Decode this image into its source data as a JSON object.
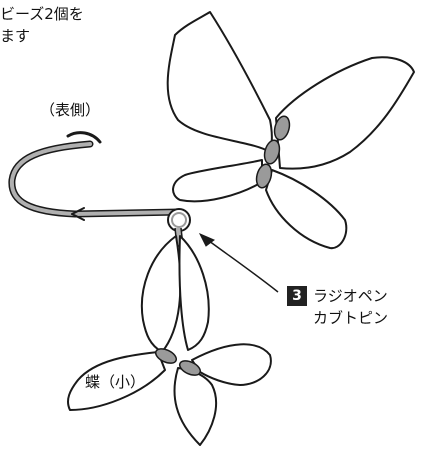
{
  "labels": {
    "top_left_line1": "ビーズ2個を",
    "top_left_line2": "ます",
    "front_side": "（表側）",
    "step_number": "3",
    "step_line1": "ラジオペン",
    "step_line2": "カブトピン",
    "small_butterfly": "蝶（小）"
  },
  "colors": {
    "outline": "#1a1a1a",
    "bead_fill": "#9a9a9a",
    "pin_fill": "#b0b0b0",
    "background": "#ffffff",
    "badge_fill": "#222222"
  }
}
